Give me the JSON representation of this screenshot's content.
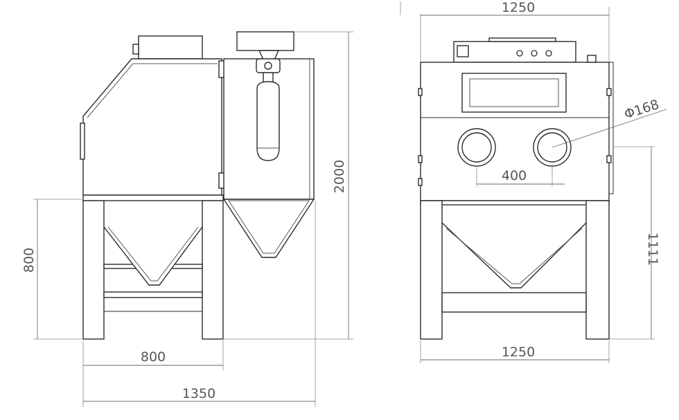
{
  "dimensions": {
    "side_base_width": "800",
    "side_total_width": "1350",
    "side_total_height": "2000",
    "side_leg_height": "800",
    "front_top_width": "1250",
    "front_bottom_width": "1250",
    "front_hole_diameter": "Φ168",
    "front_hole_spacing": "400",
    "front_right_height": "1111"
  },
  "colors": {
    "line": "#2a2a2a",
    "dimension": "#6a6a6a",
    "text": "#555555"
  }
}
